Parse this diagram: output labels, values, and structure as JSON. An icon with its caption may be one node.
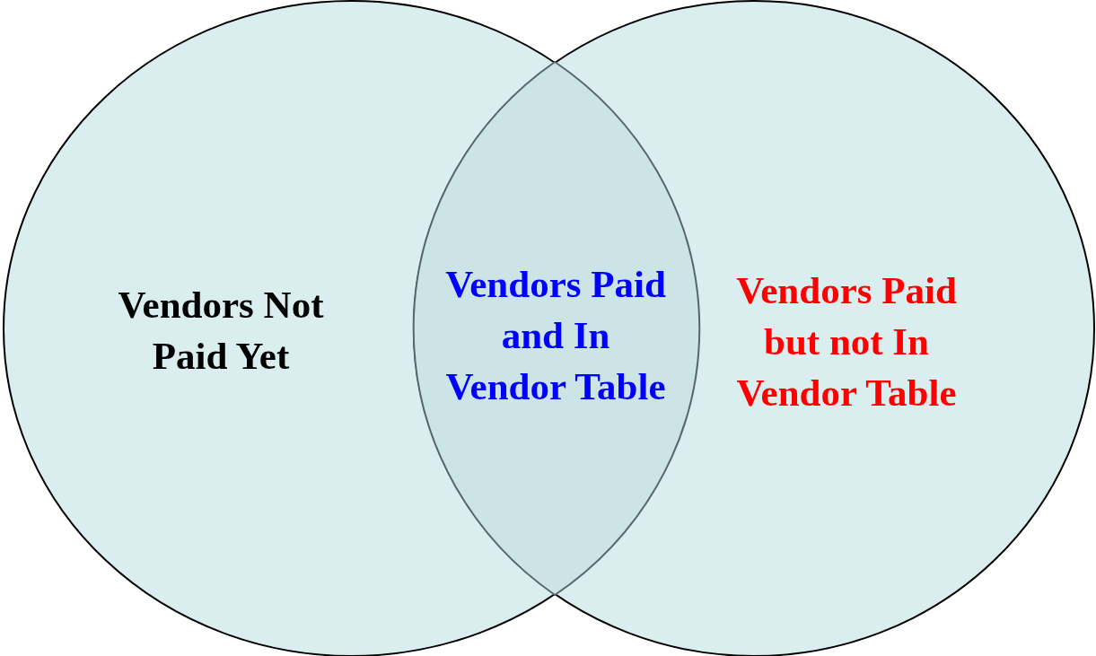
{
  "diagram": {
    "nodes": [
      {
        "text": [
          "Vendors Not Paid Yet"
        ]
      },
      {
        "text": [
          "Vendors Paid and In Vendor Table"
        ]
      },
      {
        "text": [
          "Vendors Paid but not In Vendor Table"
        ]
      }
    ]
  }
}
